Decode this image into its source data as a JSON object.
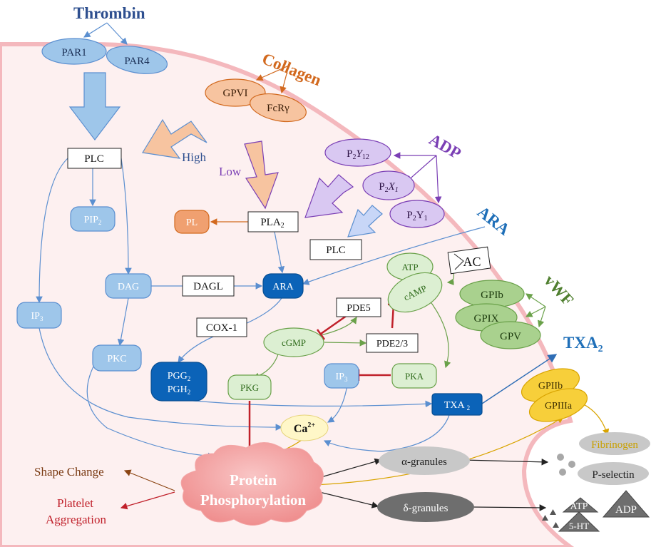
{
  "agonists": {
    "thrombin": "Thrombin",
    "collagen": "Collagen",
    "adp": "ADP",
    "ara": "ARA",
    "vwf": "vWF",
    "txa2": "TXA",
    "txa2_sub": "2"
  },
  "receptors": {
    "par1": "PAR1",
    "par4": "PAR4",
    "gpvi": "GPVI",
    "fcr": "FcRγ",
    "p2y12": "P",
    "p2y12_sub": "2",
    "p2y12_mid": "Y",
    "p2y12_sub2": "12",
    "p2x1": "P",
    "p2x1_sub": "2",
    "p2x1_mid": "X",
    "p2x1_sub2": "1",
    "p2y1": "P",
    "p2y1_sub": "2",
    "p2y1_mid": "Y",
    "p2y1_sub2": "1",
    "gpib": "GPIb",
    "gpix": "GPIX",
    "gpv": "GPV",
    "gpiib": "GPIIb",
    "gpiiia": "GPIIIa"
  },
  "molecules": {
    "plc": "PLC",
    "plc2": "PLC",
    "pip2": "PIP",
    "pip2_sub": "2",
    "dag": "DAG",
    "dagl": "DAGL",
    "ip3_left": "IP",
    "ip3_left_sub": "3",
    "pkc": "PKC",
    "pl": "PL",
    "pla2": "PLA",
    "pla2_sub": "2",
    "ara": "ARA",
    "cox1": "COX-1",
    "pgg2": "PGG",
    "pgg2_sub": "2",
    "pgh2": "PGH",
    "pgh2_sub": "2",
    "atp": "ATP",
    "ac": "AC",
    "camp": "cAMP",
    "pde5": "PDE5",
    "pde23": "PDE2/3",
    "cgmp": "cGMP",
    "pkg": "PKG",
    "ip3_mid": "IP",
    "ip3_mid_sub": "3",
    "pka": "PKA",
    "txa2_box": "TXA",
    "txa2_box_sub": "2",
    "ca": "Ca",
    "ca_sup": "2+"
  },
  "labels": {
    "high": "High",
    "low": "Low",
    "protein1": "Protein",
    "protein2": "Phosphorylation",
    "shape_change": "Shape Change",
    "platelet": "Platelet",
    "aggregation": "Aggregation",
    "alpha_granules": "α-granules",
    "delta_granules": "δ-granules",
    "fibrinogen": "Fibrinogen",
    "p_selectin": "P-selectin",
    "atp_release": "ATP",
    "adp_release": "ADP",
    "ht_release": "5-HT"
  },
  "colors": {
    "membrane": "#f4b8bd",
    "cytoplasm": "#fdf0f0",
    "thrombin": "#2e4f8f",
    "collagen": "#d2691e",
    "adp": "#7b3fb5",
    "ara": "#1f6fb8",
    "vwf": "#4f7f2f",
    "txa2": "#1f6fb8",
    "light_blue": "#9ec6ea",
    "dark_blue": "#0b63b8",
    "orange_light": "#f7c4a0",
    "purple_light": "#d9c8f2",
    "green_light": "#dcefd2",
    "green_mid": "#a9d18e",
    "yellow": "#f7cf3a",
    "gray_granule": "#c8c8c8",
    "dark_granule": "#6e6e6e",
    "inhibit": "#c0202a"
  }
}
